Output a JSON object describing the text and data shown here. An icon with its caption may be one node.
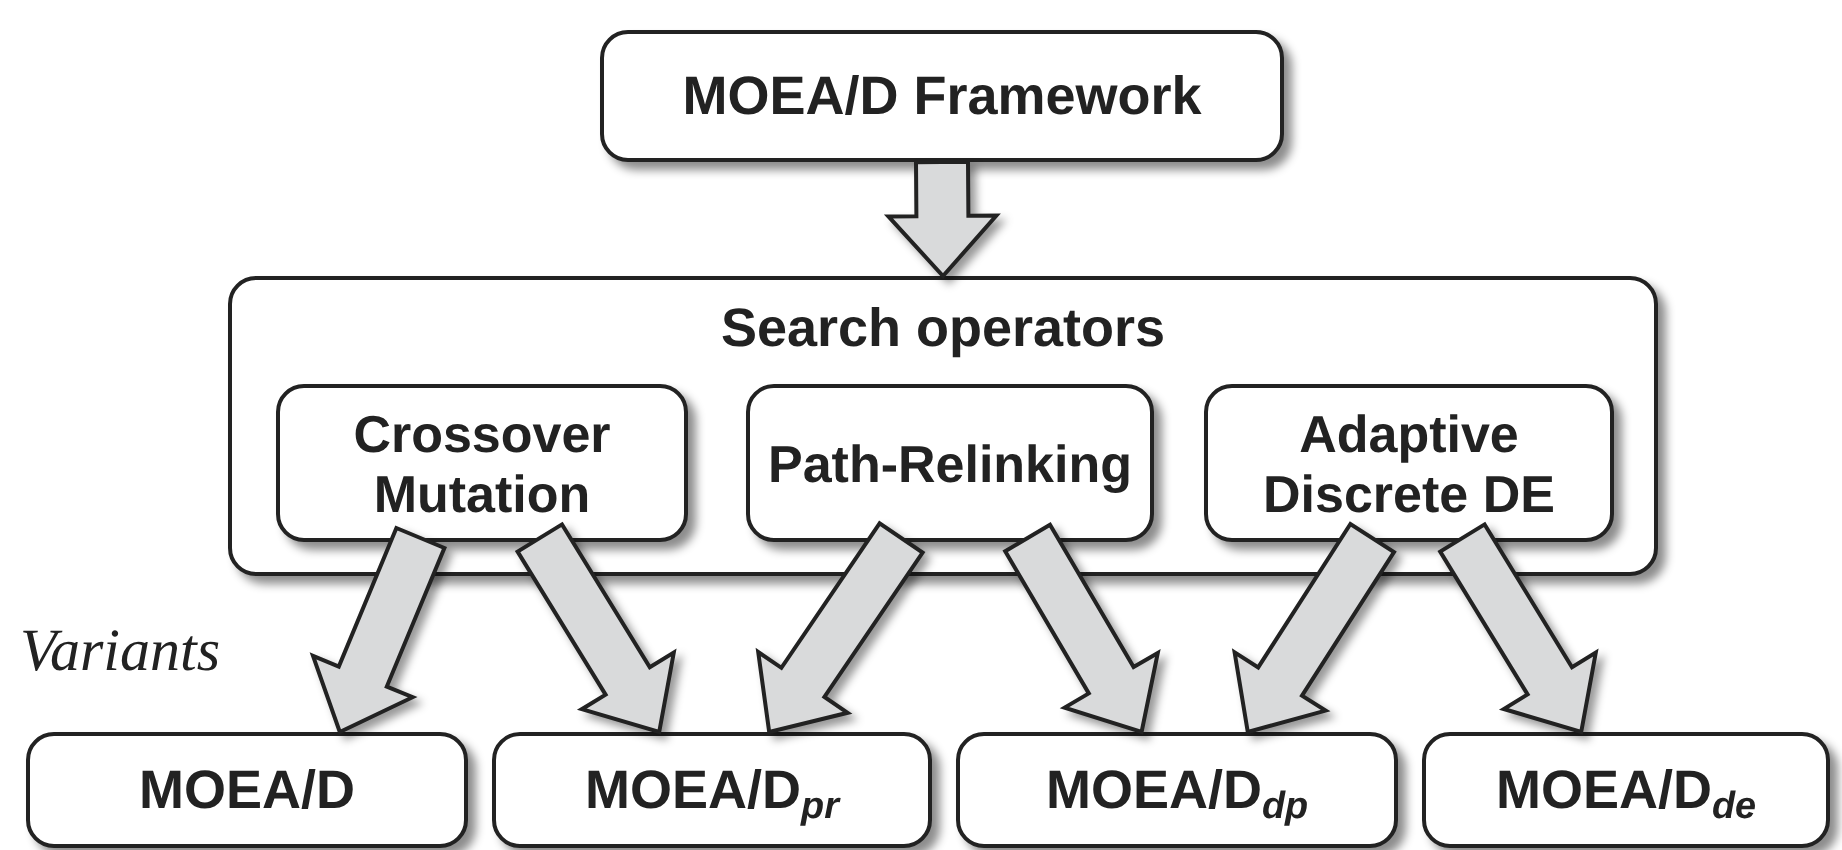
{
  "diagram": {
    "nodes": [
      {
        "text": [
          "MOEA/D Framework"
        ]
      },
      {
        "text": [
          "Search operators"
        ]
      },
      {
        "text": [
          "Crossover Mutation"
        ],
        "in": 1
      },
      {
        "text": [
          "Path-Relinking"
        ],
        "in": 1
      },
      {
        "text": [
          "Adaptive Discrete DE"
        ],
        "in": 1
      },
      {
        "text": [
          "MOEA/D"
        ]
      },
      {
        "text": [
          "MOEA/D$_{pr}$"
        ]
      },
      {
        "text": [
          "MOEA/D$_{dp}$"
        ]
      },
      {
        "text": [
          "MOEA/D$_{de}$"
        ]
      }
    ],
    "edges": [
      {
        "from": 0,
        "to": 1,
        "arrow": "to",
        "style": "thick"
      },
      {
        "from": 2,
        "to": 5,
        "arrow": "to",
        "style": "thick"
      },
      {
        "from": 2,
        "to": 6,
        "arrow": "to",
        "style": "thick"
      },
      {
        "from": 3,
        "to": 6,
        "arrow": "to",
        "style": "thick"
      },
      {
        "from": 3,
        "to": 7,
        "arrow": "to",
        "style": "thick"
      },
      {
        "from": 4,
        "to": 7,
        "arrow": "to",
        "style": "thick"
      },
      {
        "from": 4,
        "to": 8,
        "arrow": "to",
        "style": "thick"
      }
    ],
    "labels": [
      "Variants"
    ]
  }
}
